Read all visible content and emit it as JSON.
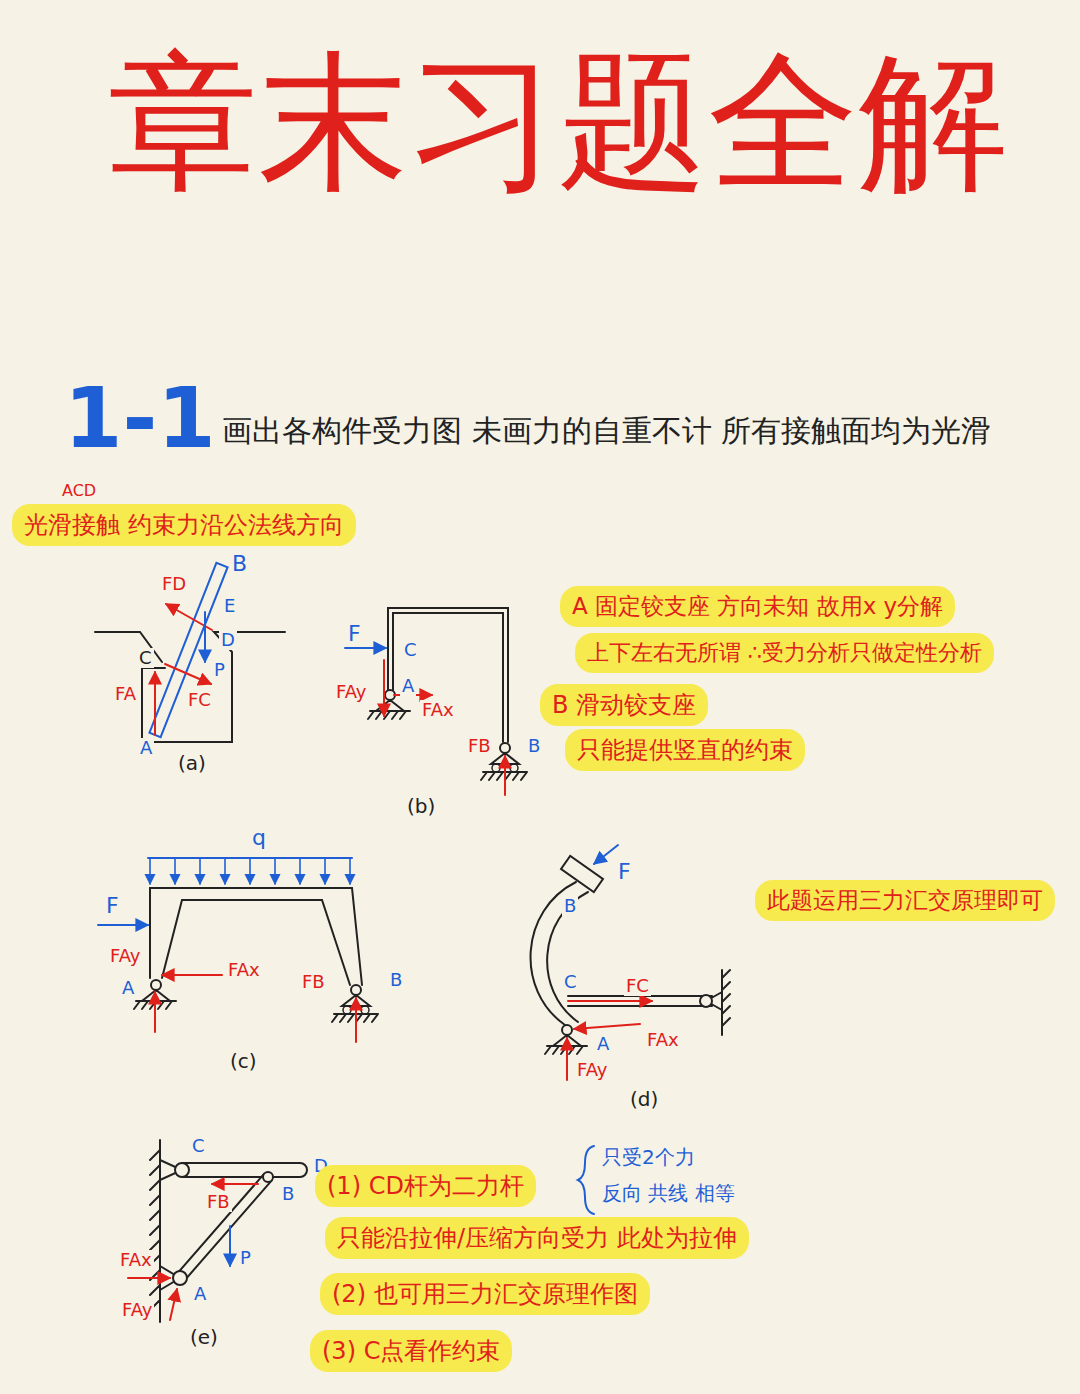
{
  "diagram": {
    "title": "章末习题全解",
    "nodes": [
      {
        "text": [
          "光滑接触 约束力沿公法线方向"
        ]
      },
      {
        "text": [
          "A 固定铰支座 方向未知 故用x y分解"
        ]
      },
      {
        "text": [
          "上下左右无所谓 ∴受力分析只做定性分析"
        ]
      },
      {
        "text": [
          "B 滑动铰支座"
        ]
      },
      {
        "text": [
          "只能提供竖直的约束"
        ]
      },
      {
        "text": [
          "此题运用三力汇交原理即可"
        ]
      },
      {
        "text": [
          "(1) CD杆为二力杆"
        ]
      },
      {
        "text": [
          "只能沿拉伸/压缩方向受力 此处为拉伸"
        ]
      },
      {
        "text": [
          "(2) 也可用三力汇交原理作图"
        ]
      },
      {
        "text": [
          "(3) C点看作约束"
        ]
      }
    ],
    "labels": [
      "1-1",
      "画出各构件受力图 未画力的自重不计 所有接触面均为光滑",
      "ACD",
      "B",
      "FD",
      "E",
      "C",
      "D",
      "P",
      "FA",
      "FC",
      "A",
      "(a)",
      "F",
      "C",
      "FAy",
      "A",
      "FAx",
      "FB",
      "B",
      "(b)",
      "q",
      "F",
      "FAy",
      "A",
      "FAx",
      "FB",
      "B",
      "(c)",
      "F",
      "B",
      "C",
      "FC",
      "A",
      "FAx",
      "FAy",
      "(d)",
      "C",
      "D",
      "FB",
      "B",
      "FAx",
      "A",
      "P",
      "FAy",
      "(e)",
      "只受2个力",
      "反向 共线 相等"
    ]
  }
}
